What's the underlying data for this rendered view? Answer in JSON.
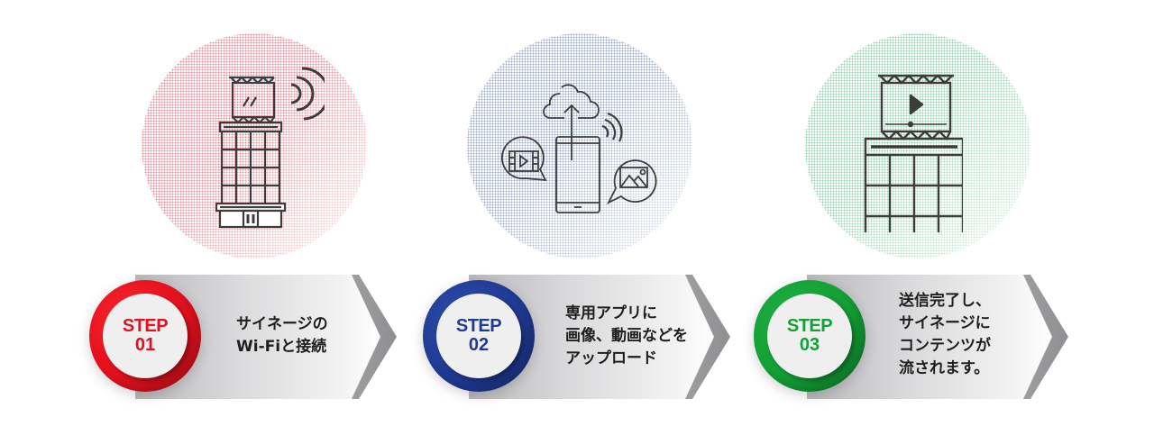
{
  "colors": {
    "step1": "#e3101d",
    "step2": "#1f3a93",
    "step3": "#13a035",
    "halo1_dot": "#f28a96",
    "halo2_dot": "#9aa9cc",
    "halo3_dot": "#8fd4ae",
    "icon_stroke": "#3c3c3c"
  },
  "steps": [
    {
      "label": "STEP",
      "number": "01",
      "icon": "building-signage-wifi-icon",
      "description_lines": [
        "サイネージの",
        "Wi-Fiと接続"
      ]
    },
    {
      "label": "STEP",
      "number": "02",
      "icon": "smartphone-cloud-upload-icon",
      "description_lines": [
        "専用アプリに",
        "画像、動画などを",
        "アップロード"
      ]
    },
    {
      "label": "STEP",
      "number": "03",
      "icon": "building-video-signage-icon",
      "description_lines": [
        "送信完了し、",
        "サイネージに",
        "コンテンツが",
        "流されます。"
      ]
    }
  ]
}
